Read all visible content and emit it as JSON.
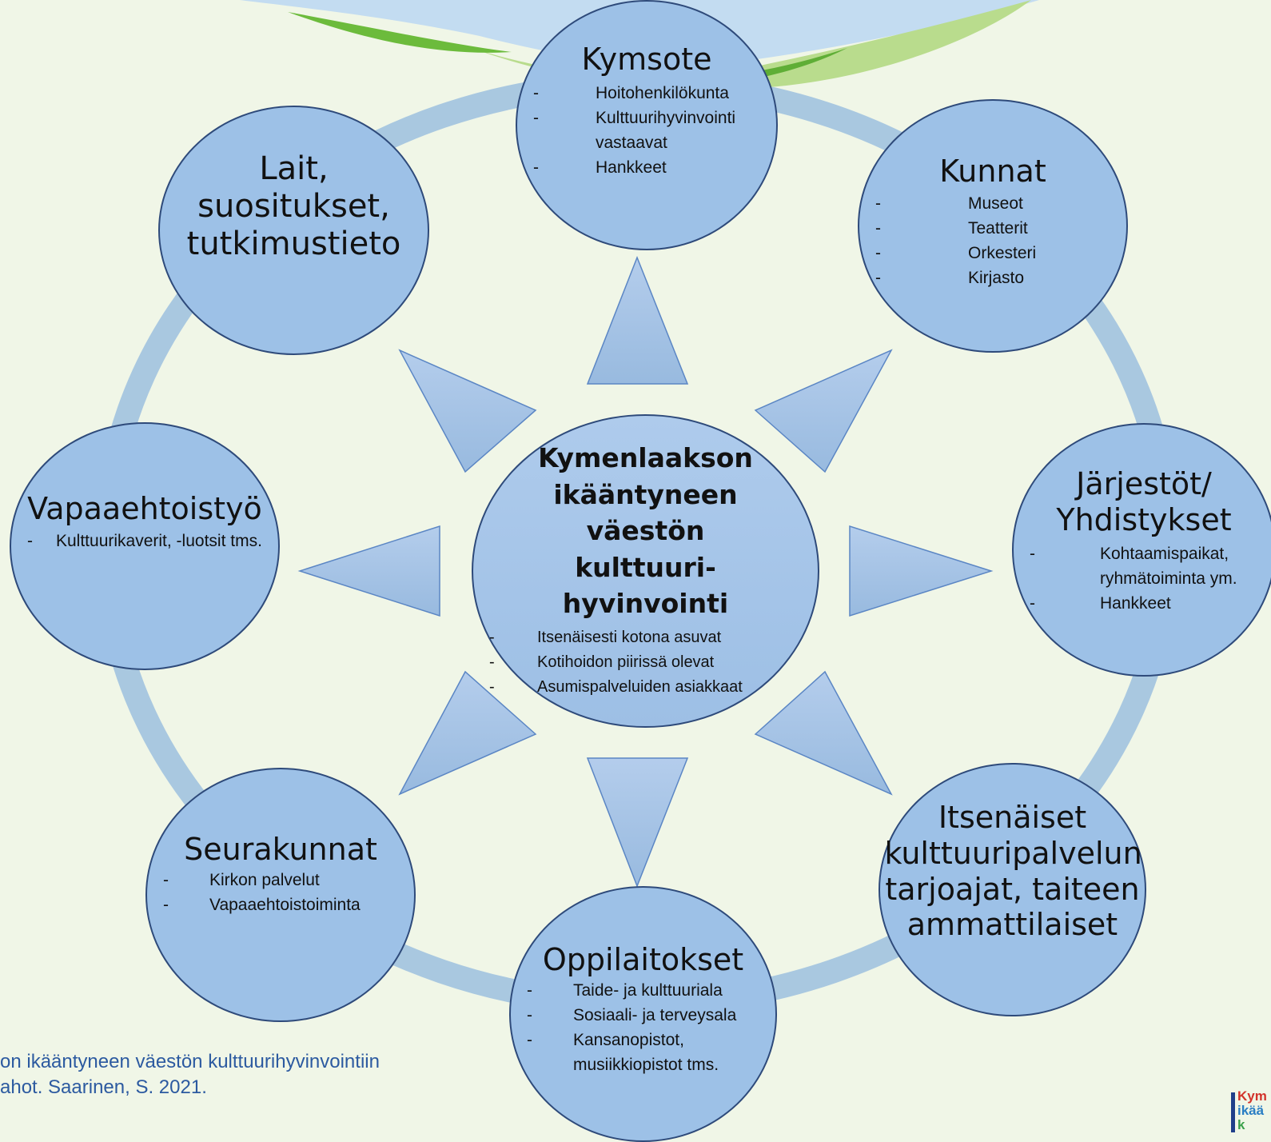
{
  "colors": {
    "background": "#f0f6e7",
    "ring": "#a9c8e0",
    "node_fill": "#9dc1e7",
    "node_border": "#2e4a7a",
    "arrow_fill": "#a6c3e8",
    "caption": "#2c5aa0",
    "wave_blue": "#bcd6ef",
    "wave_green": "#b7d98b",
    "wave_green_dark": "#5db035"
  },
  "center": {
    "title": "Kymenlaakson ikääntyneen väestön kulttuuri-hyvinvointi",
    "items": [
      "Itsenäisesti kotona asuvat",
      "Kotihoidon piirissä olevat",
      "Asumispalveluiden asiakkaat"
    ]
  },
  "nodes": {
    "kymsote": {
      "title": "Kymsote",
      "items": [
        "Hoitohenkilökunta",
        "Kulttuurihyvinvointi vastaavat",
        "Hankkeet"
      ]
    },
    "kunnat": {
      "title": "Kunnat",
      "items": [
        "Museot",
        "Teatterit",
        "Orkesteri",
        "Kirjasto"
      ]
    },
    "jarjestot": {
      "title": "Järjestöt/ Yhdistykset",
      "items": [
        "Kohtaamispaikat, ryhmätoiminta ym.",
        "Hankkeet"
      ]
    },
    "itsenaiset": {
      "title": "Itsenäiset kulttuuripalvelun tarjoajat, taiteen ammattilaiset"
    },
    "oppilaitokset": {
      "title": "Oppilaitokset",
      "items": [
        "Taide- ja kulttuuriala",
        "Sosiaali- ja terveysala",
        "Kansanopistot, musiikkiopistot tms."
      ]
    },
    "seurakunnat": {
      "title": "Seurakunnat",
      "items": [
        "Kirkon palvelut",
        "Vapaaehtoistoiminta"
      ]
    },
    "vapaaehtoistyo": {
      "title": "Vapaaehtoistyö",
      "items": [
        "Kulttuurikaverit, -luotsit tms."
      ]
    },
    "lait": {
      "title": "Lait, suositukset, tutkimustieto"
    }
  },
  "caption": {
    "line1": "on ikääntyneen väestön kulttuurihyvinvointiin",
    "line2": "ahot. Saarinen, S. 2021."
  },
  "logo": {
    "line1": "Kym",
    "line2": "ikää",
    "line3": "k"
  }
}
